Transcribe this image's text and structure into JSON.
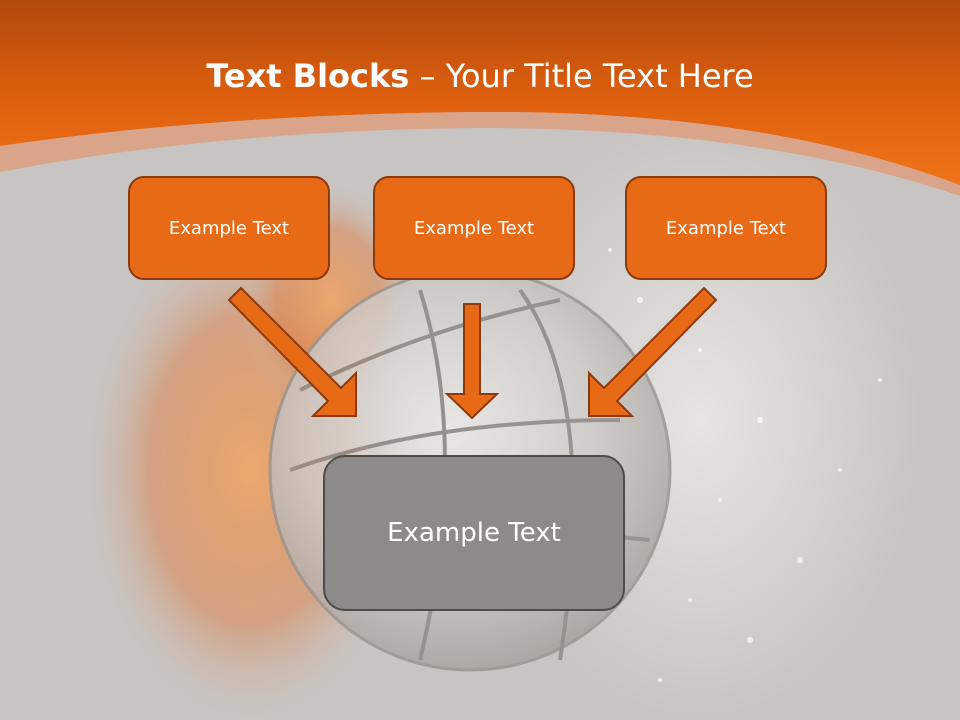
{
  "slide": {
    "title_bold": "Text Blocks",
    "title_separator": "–",
    "title_rest": "Your Title Text Here",
    "top_boxes": [
      {
        "label": "Example Text"
      },
      {
        "label": "Example Text"
      },
      {
        "label": "Example Text"
      }
    ],
    "bottom_box": {
      "label": "Example Text"
    }
  },
  "colors": {
    "header_orange": "#e8650f",
    "box_orange": "#e96a16",
    "box_border": "#8a3a0c",
    "box_gray": "#8d8b8a",
    "background_gray": "#c8c4c1",
    "arrow_fill": "#e96a16"
  }
}
